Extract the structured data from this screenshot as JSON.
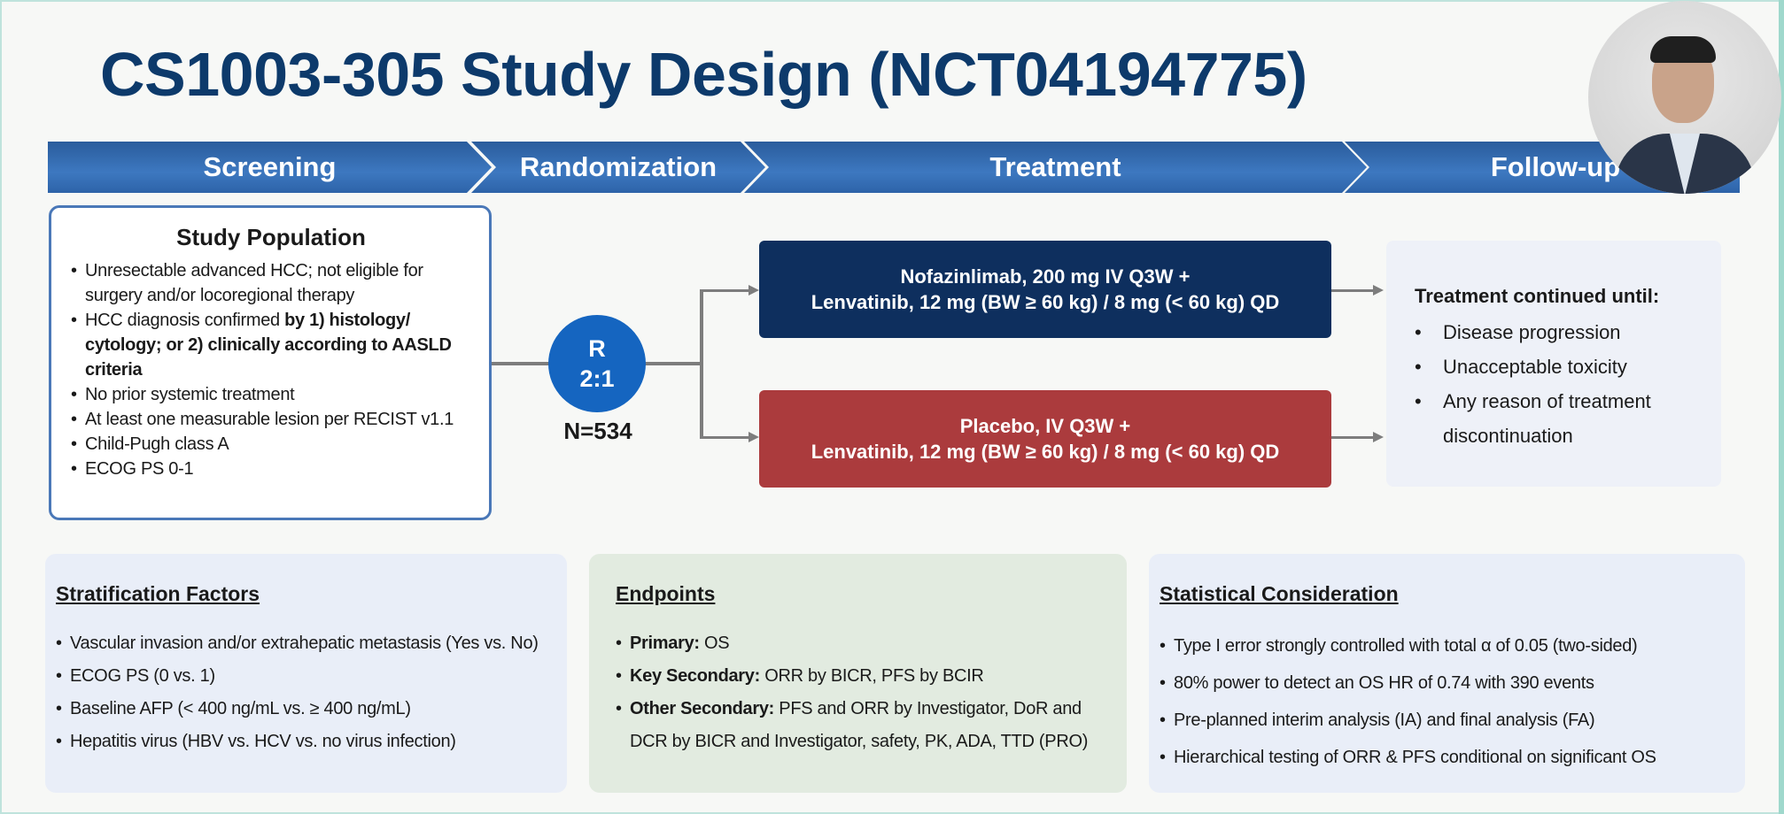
{
  "title": "CS1003-305 Study Design (NCT04194775)",
  "phases": [
    "Screening",
    "Randomization",
    "Treatment",
    "Follow-up"
  ],
  "population": {
    "heading": "Study Population",
    "items": [
      {
        "text": "Unresectable advanced HCC; not eligible for surgery and/or locoregional therapy"
      },
      {
        "text": "HCC diagnosis confirmed ",
        "bold": "by 1) histology/ cytology; or 2) clinically according to AASLD criteria"
      },
      {
        "text": "No prior systemic treatment"
      },
      {
        "text": "At least one measurable lesion per RECIST v1.1"
      },
      {
        "text": "Child-Pugh class A"
      },
      {
        "text": "ECOG PS 0-1"
      }
    ]
  },
  "randomization": {
    "letter": "R",
    "ratio": "2:1",
    "n": "N=534"
  },
  "arms": [
    {
      "line1": "Nofazinlimab, 200 mg IV Q3W +",
      "line2": "Lenvatinib, 12 mg (BW ≥ 60 kg) / 8 mg (< 60 kg) QD",
      "color": "#0e2f5e"
    },
    {
      "line1": "Placebo, IV Q3W +",
      "line2": "Lenvatinib, 12 mg (BW ≥ 60 kg) / 8 mg (< 60 kg)  QD",
      "color": "#ab3b3d"
    }
  ],
  "followup": {
    "heading": "Treatment continued until:",
    "items": [
      "Disease progression",
      "Unacceptable toxicity",
      "Any reason of treatment discontinuation"
    ]
  },
  "stratification": {
    "heading": "Stratification Factors",
    "items": [
      "Vascular invasion and/or extrahepatic metastasis (Yes vs. No)",
      "ECOG PS (0  vs. 1)",
      "Baseline AFP (< 400 ng/mL  vs. ≥ 400 ng/mL)",
      "Hepatitis virus (HBV vs. HCV vs. no virus infection)"
    ]
  },
  "endpoints": {
    "heading": "Endpoints",
    "items": [
      {
        "bold": "Primary:",
        "text": " OS"
      },
      {
        "bold": "Key Secondary:",
        "text": " ORR by BICR, PFS by BCIR"
      },
      {
        "bold": "Other Secondary:",
        "text": " PFS and ORR by Investigator, DoR and DCR by BICR and Investigator, safety, PK, ADA, TTD (PRO)"
      }
    ]
  },
  "statistics": {
    "heading": "Statistical Consideration",
    "items": [
      "Type I error strongly controlled with total α of 0.05 (two-sided)",
      "80% power to detect an OS HR of 0.74 with 390 events",
      "Pre-planned interim analysis (IA) and final analysis (FA)",
      "Hierarchical testing of ORR & PFS conditional on significant OS"
    ]
  }
}
